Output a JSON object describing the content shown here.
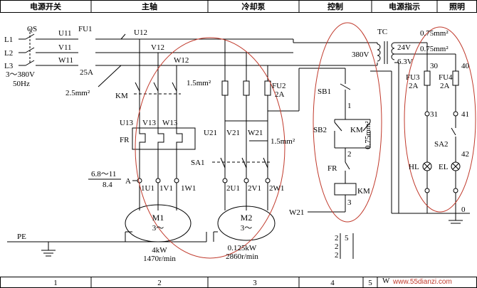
{
  "header": {
    "sections": [
      {
        "label": "电源开关"
      },
      {
        "label": "主轴"
      },
      {
        "label": "冷却泵"
      },
      {
        "label": "控制"
      },
      {
        "label": "电源指示"
      },
      {
        "label": "照明"
      }
    ]
  },
  "footer": {
    "cells": [
      "1",
      "2",
      "3",
      "4",
      "5"
    ],
    "extra": "W",
    "watermark": "www.55dianzi.com"
  },
  "labels": {
    "l1": "L1",
    "l2": "L2",
    "l3": "L3",
    "qs": "QS",
    "u11": "U11",
    "v11": "V11",
    "w11": "W11",
    "fu1": "FU1",
    "supply_voltage": "3～380V",
    "supply_freq": "50Hz",
    "fu1_rating": "25A",
    "wire_main": "2.5mm²",
    "u12": "U12",
    "v12": "V12",
    "w12": "W12",
    "km_main": "KM",
    "wire_cool": "1.5mm²",
    "u13": "U13",
    "v13": "V13",
    "w13": "W13",
    "fr": "FR",
    "fr_setting_top": "6.8～11",
    "fr_setting_bottom": "8.4",
    "a": "A",
    "t1u1": "1U1",
    "t1v1": "1V1",
    "t1w1": "1W1",
    "m1": "M1",
    "m1_phase": "3～",
    "m1_power": "4kW",
    "m1_speed": "1470r/min",
    "pe": "PE",
    "fu2": "FU2",
    "fu2_rating": "2A",
    "u21": "U21",
    "v21": "V21",
    "w21": "W21",
    "wire_cool2": "1.5mm²",
    "sa1": "SA1",
    "t2u1": "2U1",
    "t2v1": "2V1",
    "t2w1": "2W1",
    "m2": "M2",
    "m2_phase": "3～",
    "m2_power": "0.125kW",
    "m2_speed": "2860r/min",
    "sb1": "SB1",
    "sb2": "SB2",
    "km_aux": "KM",
    "fr_ctrl": "FR",
    "km_coil": "KM",
    "n1": "1",
    "n2": "2",
    "n3": "3",
    "w21_bottom": "W21",
    "tc": "TC",
    "tc_in": "380V",
    "tc_24": "24V",
    "tc_63": "6.3V",
    "wire_ctrl": "0.75mm²",
    "wire_small1": "0.75mm²",
    "wire_small2": "0.75mm²",
    "fu3": "FU3",
    "fu3_rating": "2A",
    "fu4": "FU4",
    "fu4_rating": "2A",
    "n30": "30",
    "n40": "40",
    "n31": "31",
    "n41": "41",
    "sa2": "SA2",
    "n42": "42",
    "hl": "HL",
    "el": "EL",
    "n0": "0",
    "ref_r1": "2",
    "ref_r2": "2",
    "ref_r3": "2",
    "ref_c": "5"
  }
}
